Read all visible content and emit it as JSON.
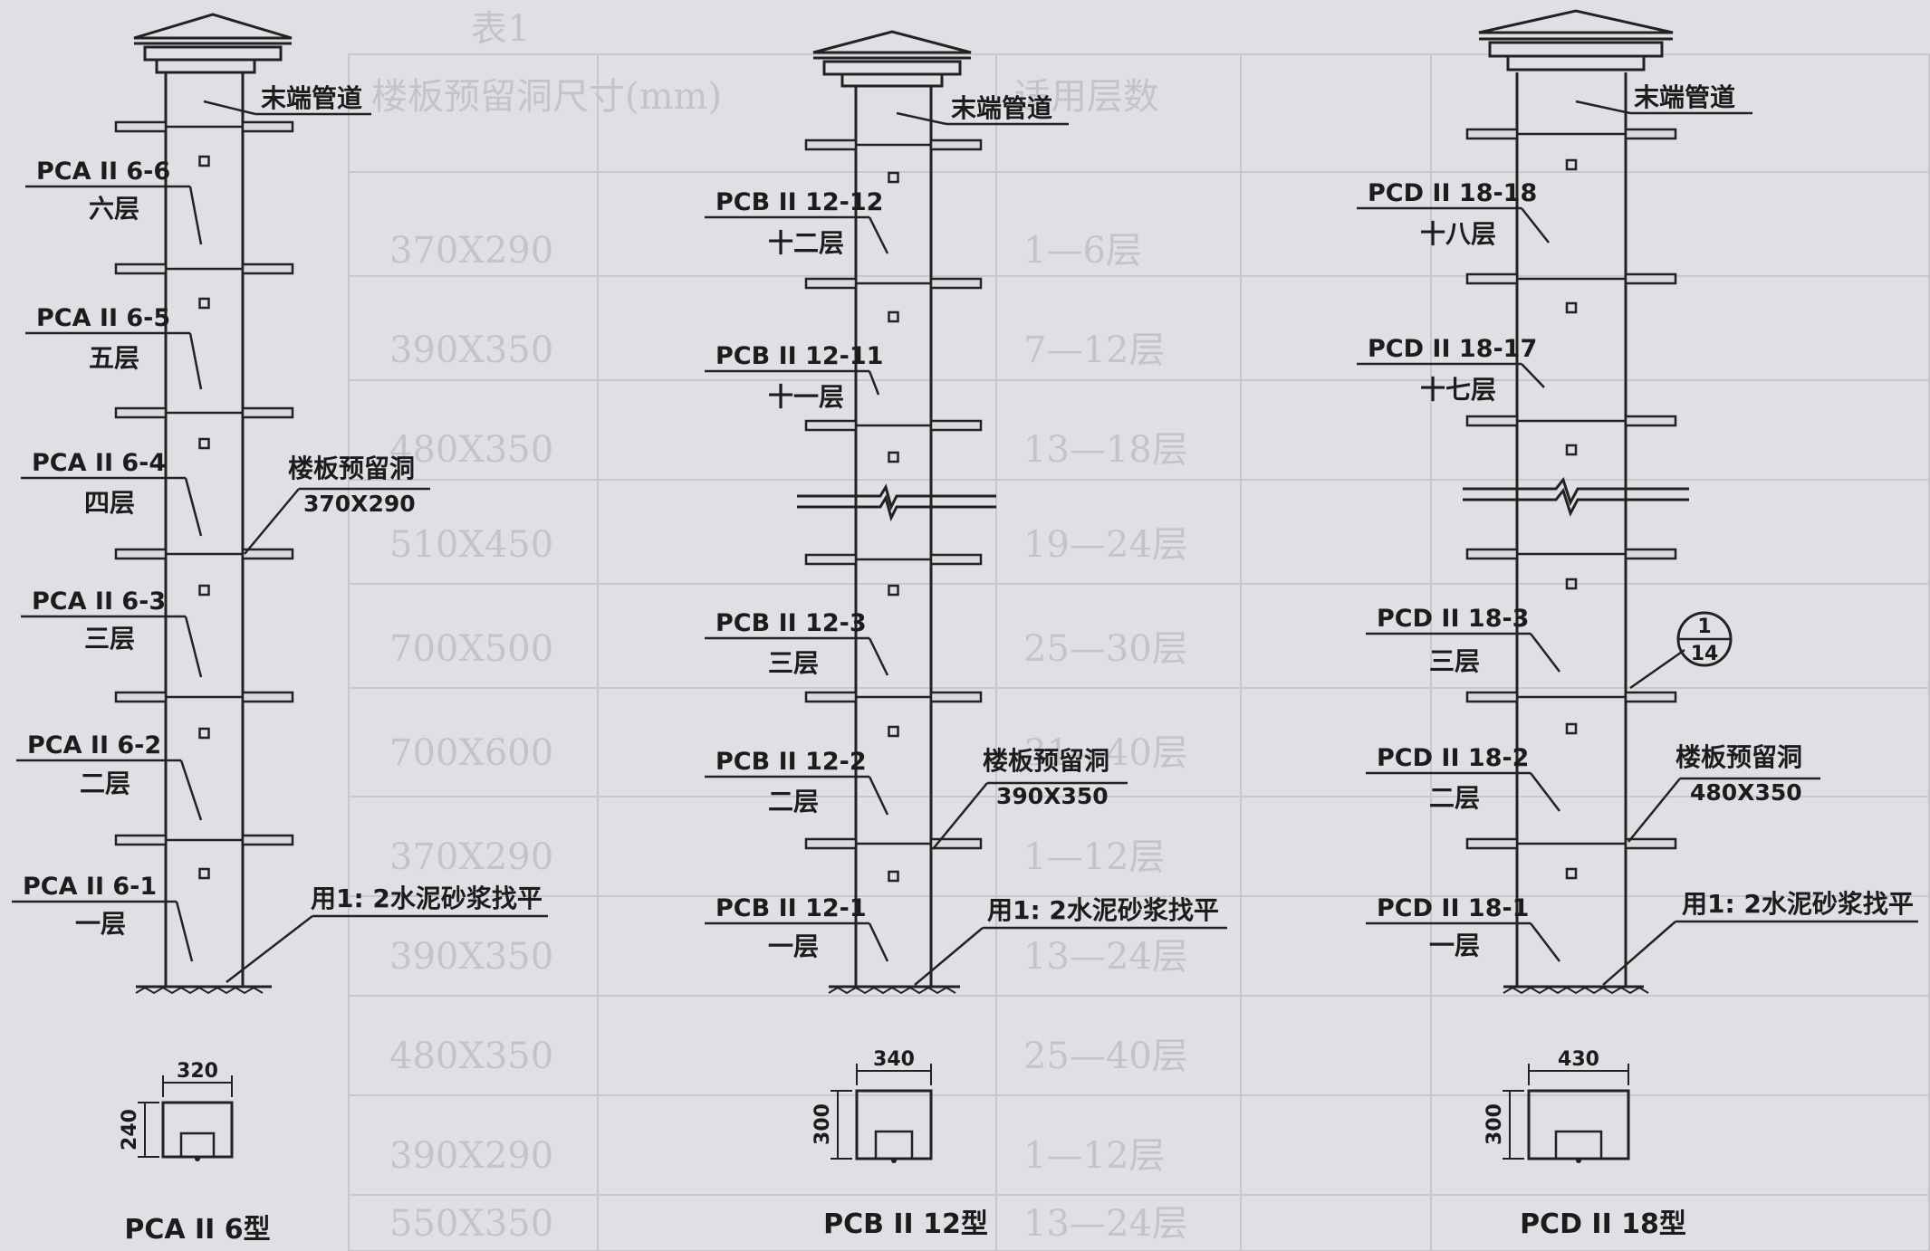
{
  "background_table": {
    "title": "表1",
    "headers": [
      "楼板预留洞尺寸(mm)",
      "适用层数"
    ],
    "rows": [
      {
        "hole": "370X290",
        "floors": "1—6层"
      },
      {
        "hole": "390X350",
        "floors": "7—12层"
      },
      {
        "hole": "480X350",
        "floors": "13—18层"
      },
      {
        "hole": "510X450",
        "floors": "19—24层"
      },
      {
        "hole": "700X500",
        "floors": "25—30层"
      },
      {
        "hole": "700X600",
        "floors": "31—40层"
      },
      {
        "hole": "370X290",
        "floors": "1—12层"
      },
      {
        "hole": "390X350",
        "floors": "13—24层"
      },
      {
        "hole": "480X350",
        "floors": "25—40层"
      },
      {
        "hole": "390X290",
        "floors": "1—12层"
      },
      {
        "hole": "550X350",
        "floors": "13—24层"
      }
    ]
  },
  "columns": [
    {
      "id": "pca",
      "terminal": "末端管道",
      "labels": [
        {
          "code": "PCA II 6-6",
          "floor": "六层"
        },
        {
          "code": "PCA II 6-5",
          "floor": "五层"
        },
        {
          "code": "PCA II 6-4",
          "floor": "四层"
        },
        {
          "code": "PCA II 6-3",
          "floor": "三层"
        },
        {
          "code": "PCA II 6-2",
          "floor": "二层"
        },
        {
          "code": "PCA II 6-1",
          "floor": "一层"
        }
      ],
      "hole_label": "楼板预留洞",
      "hole_size": "370X290",
      "mortar": "用1: 2水泥砂浆找平",
      "section": {
        "width": "320",
        "height": "240"
      },
      "title": "PCA II 6型"
    },
    {
      "id": "pcb",
      "terminal": "末端管道",
      "labels": [
        {
          "code": "PCB II 12-12",
          "floor": "十二层"
        },
        {
          "code": "PCB II 12-11",
          "floor": "十一层"
        },
        {
          "code": "PCB II 12-3",
          "floor": "三层"
        },
        {
          "code": "PCB II 12-2",
          "floor": "二层"
        },
        {
          "code": "PCB II 12-1",
          "floor": "一层"
        }
      ],
      "hole_label": "楼板预留洞",
      "hole_size": "390X350",
      "mortar": "用1: 2水泥砂浆找平",
      "section": {
        "width": "340",
        "height": "300"
      },
      "title": "PCB II 12型"
    },
    {
      "id": "pcd",
      "terminal": "末端管道",
      "labels": [
        {
          "code": "PCD II 18-18",
          "floor": "十八层"
        },
        {
          "code": "PCD II 18-17",
          "floor": "十七层"
        },
        {
          "code": "PCD II 18-3",
          "floor": "三层"
        },
        {
          "code": "PCD II 18-2",
          "floor": "二层"
        },
        {
          "code": "PCD II 18-1",
          "floor": "一层"
        }
      ],
      "hole_label": "楼板预留洞",
      "hole_size": "480X350",
      "mortar": "用1: 2水泥砂浆找平",
      "section": {
        "width": "430",
        "height": "300"
      },
      "title": "PCD II 18型"
    }
  ],
  "detail_callout": {
    "top": "1",
    "bottom": "14"
  }
}
